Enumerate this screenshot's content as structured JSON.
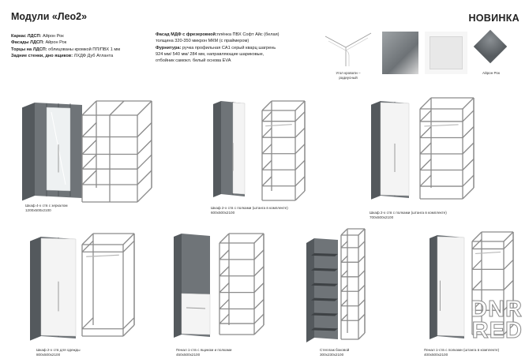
{
  "header": {
    "title": "Модули «Лео2»",
    "badge": "НОВИНКА"
  },
  "specs_left": [
    {
      "label": "Каркас ЛДСП:",
      "value": " Айрон Рок"
    },
    {
      "label": "Фасады ЛДСП:",
      "value": " Айрон Рок"
    },
    {
      "label": "Торцы на ЛДСП:",
      "value": " облицованы кромкой ПП/ПВХ 1 мм"
    },
    {
      "label": "Задние стенки, дно ящиков:",
      "value": " ЛХДФ Дуб Атланта"
    }
  ],
  "specs_mid": {
    "facade_label": "Фасад МДФ с фрезеровкой:",
    "facade_value": "плёнка ПВХ Софт Айс (белая)",
    "facade_line2": "толщина 320-350 микрон МКМ (с праймером)",
    "hardware_label": "Фурнитура:",
    "hardware_value": " ручка профильная CA1 серый кварц шагрень",
    "hardware_line2": "924 мм/ 540 мм/ 284 мм, направляющие шариковые,",
    "hardware_line3": "отбойник самокл. белый основа EVA"
  },
  "swatches": [
    {
      "caption": "Угол кровати – радиусный"
    },
    {
      "caption": "Айрон Рок"
    }
  ],
  "products": [
    {
      "name": "Шкаф 4-х ств с зеркалом",
      "size": "1200х500х2100"
    },
    {
      "name": "Шкаф 2-х ств с полками (штанга в комплекте)",
      "size": "600х500х2100"
    },
    {
      "name": "Шкаф 2-х ств с полками (штанга в комплекте)",
      "size": "700х500х2100"
    },
    {
      "name": "Шкаф 2-х ств для одежды",
      "size": "800х500х2100"
    },
    {
      "name": "Пенал 1-ств с ящиком и полками",
      "size": "450х500х2100"
    },
    {
      "name": "Стеллаж боковой",
      "size": "300х230х2100"
    },
    {
      "name": "Пенал 1-ств с полками (штанга в комплекте)",
      "size": "400х500х2100"
    }
  ],
  "watermark": {
    "line1": "DNR",
    "line2": "RED"
  },
  "colors": {
    "stone": "#6f7478",
    "stone_dark": "#54595d",
    "facade_white": "#f4f4f4",
    "frame": "#8b8b8b"
  }
}
